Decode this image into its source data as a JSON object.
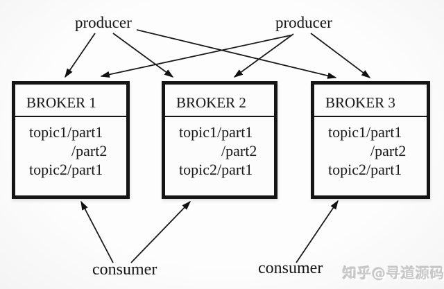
{
  "diagram": {
    "type": "kafka-architecture-diagram",
    "producers": [
      {
        "label": "producer"
      },
      {
        "label": "producer"
      }
    ],
    "brokers": [
      {
        "title": "BROKER 1",
        "topics": [
          "topic1/part1",
          "/part2",
          "topic2/part1"
        ]
      },
      {
        "title": "BROKER 2",
        "topics": [
          "topic1/part1",
          "/part2",
          "topic2/part1"
        ]
      },
      {
        "title": "BROKER 3",
        "topics": [
          "topic1/part1",
          "/part2",
          "topic2/part1"
        ]
      }
    ],
    "consumers": [
      {
        "label": "consumer"
      },
      {
        "label": "consumer"
      }
    ],
    "connections": {
      "producer_to_broker": [
        [
          "producer-1",
          "broker-1"
        ],
        [
          "producer-1",
          "broker-2"
        ],
        [
          "producer-1",
          "broker-3"
        ],
        [
          "producer-2",
          "broker-1"
        ],
        [
          "producer-2",
          "broker-2"
        ],
        [
          "producer-2",
          "broker-3"
        ]
      ],
      "consumer_to_broker": [
        [
          "consumer-1",
          "broker-1"
        ],
        [
          "consumer-1",
          "broker-2"
        ],
        [
          "consumer-2",
          "broker-3"
        ]
      ]
    },
    "watermark": "知乎@寻道源码",
    "colors": {
      "background": "#fcfcfc",
      "line": "#1a1a1a",
      "box_border": "#151515",
      "watermark_gray": "#c9c9c9"
    }
  }
}
